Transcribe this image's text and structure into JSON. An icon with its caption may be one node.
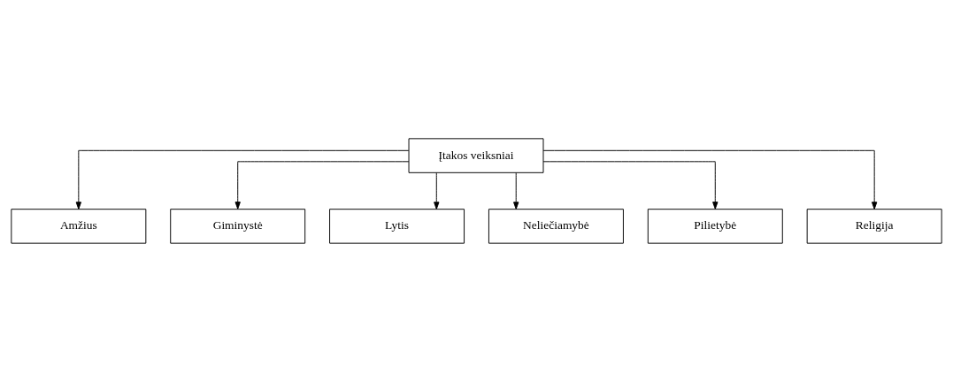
{
  "diagram": {
    "nodes": [
      {
        "text": [
          "Įtakos veiksniai"
        ]
      },
      {
        "text": [
          "Amžius"
        ]
      },
      {
        "text": [
          "Giminystė"
        ]
      },
      {
        "text": [
          "Lytis"
        ]
      },
      {
        "text": [
          "Neliečiamybė"
        ]
      },
      {
        "text": [
          "Pilietybė"
        ]
      },
      {
        "text": [
          "Religija"
        ]
      }
    ],
    "edges": [
      {
        "from": 0,
        "to": 1,
        "arrow": "to"
      },
      {
        "from": 0,
        "to": 2,
        "arrow": "to"
      },
      {
        "from": 0,
        "to": 3,
        "arrow": "to"
      },
      {
        "from": 0,
        "to": 4,
        "arrow": "to"
      },
      {
        "from": 0,
        "to": 5,
        "arrow": "to"
      },
      {
        "from": 0,
        "to": 6,
        "arrow": "to"
      }
    ]
  }
}
